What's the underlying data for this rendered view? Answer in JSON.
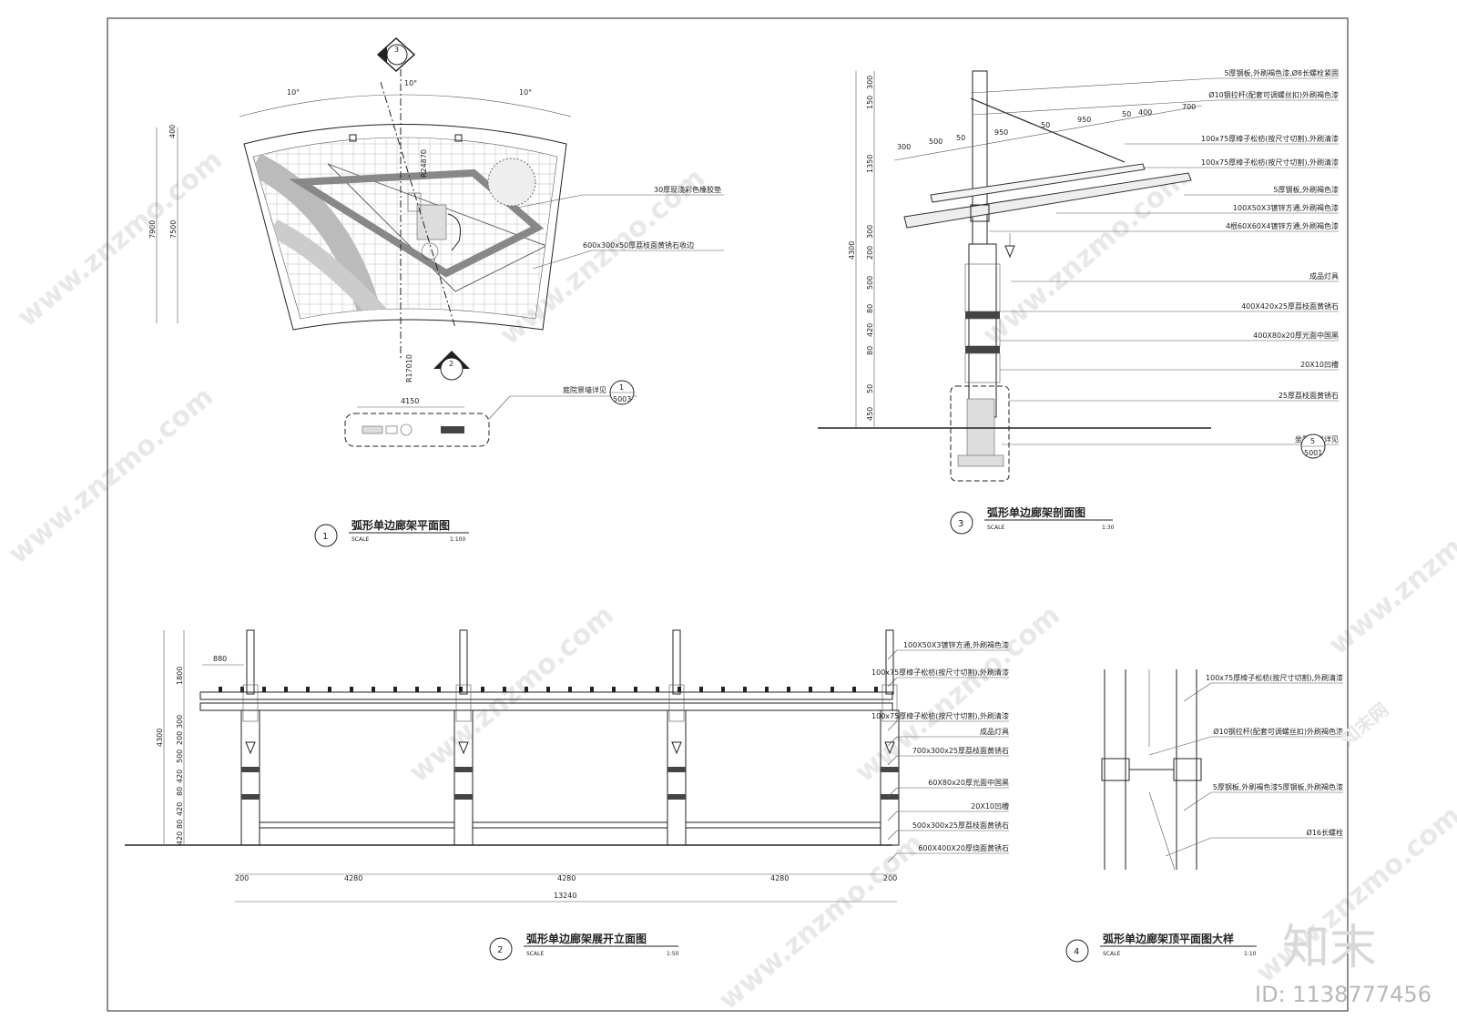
{
  "plan": {
    "title": "弧形单边廊架平面图",
    "num": "1",
    "scale_label": "SCALE",
    "scale": "1:100",
    "angle_left": "10°",
    "angle_mid": "10°",
    "angle_right": "10°",
    "dims_v": [
      "400",
      "7900",
      "7500"
    ],
    "radius_outer": "R24870",
    "radius_inner": "R17010",
    "callouts": [
      "30厚现浇彩色橡胶垫",
      "600x300x50厚荔枝面黄锈石收边"
    ],
    "section_ref_3": "3",
    "section_ref_2": "2",
    "bench_dim": "4150",
    "bench_note": "庭院景墙详见",
    "bench_ref_num": "1",
    "bench_ref_sheet": "5003"
  },
  "section": {
    "title": "弧形单边廊架剖面图",
    "num": "3",
    "scale_label": "SCALE",
    "scale": "1:30",
    "dims_v": [
      "300",
      "150",
      "1350",
      "300",
      "200",
      "500",
      "80",
      "420",
      "80",
      "50",
      "450",
      "4300"
    ],
    "dims_h": [
      "300",
      "500",
      "50",
      "950",
      "50",
      "950",
      "50",
      "400",
      "700"
    ],
    "callouts": [
      "5厚钢板,外刷褐色漆,Ø8长螺栓紧固",
      "Ø10钢拉杆(配套可调螺丝扣)外刷褐色漆",
      "100x75厚樟子松枋(按尺寸切割),外刷清漆",
      "100x75厚樟子松枋(按尺寸切割),外刷清漆",
      "5厚钢板,外刷褐色漆",
      "100X50X3镀锌方通,外刷褐色漆",
      "4根60X60X4镀锌方通,外刷褐色漆",
      "成品灯具",
      "400X420x25厚荔枝面黄锈石",
      "400X80x20厚光面中国黑",
      "20X10凹槽",
      "25厚荔枝面黄锈石",
      "坐凳大样详见"
    ],
    "ref_num": "5",
    "ref_sheet": "5001"
  },
  "elevation": {
    "title": "弧形单边廊架展开立面图",
    "num": "2",
    "scale_label": "SCALE",
    "scale": "1:50",
    "dims_v": [
      "1800",
      "4300",
      "300",
      "200",
      "500",
      "420",
      "80",
      "420",
      "80",
      "420"
    ],
    "dim_880": "880",
    "dims_h": [
      "200",
      "4280",
      "4280",
      "4280",
      "200"
    ],
    "dim_total": "13240",
    "callouts": [
      "100X50X3镀锌方通,外刷褐色漆",
      "100x75厚樟子松枋(按尺寸切割),外刷清漆",
      "100x75厚樟子松枋(按尺寸切割),外刷清漆",
      "成品灯具",
      "700x300x25厚荔枝面黄锈石",
      "60X80x20厚光面中国黑",
      "20X10凹槽",
      "500x300x25厚荔枝面黄锈石",
      "600X400X20厚烧面黄锈石"
    ]
  },
  "detail": {
    "title": "弧形单边廊架顶平面图大样",
    "num": "4",
    "scale_label": "SCALE",
    "scale": "1:10",
    "callouts": [
      "100x75厚樟子松枋(按尺寸切割),外刷清漆",
      "Ø10钢拉杆(配套可调螺丝扣)外刷褐色漆",
      "5厚钢板,外刷褐色漆5厚钢板,外刷褐色漆",
      "Ø16长螺栓"
    ]
  },
  "watermark": {
    "logo": "知末",
    "id": "ID: 1138777456",
    "url": "www.znzmo.com",
    "site": "知末网"
  }
}
